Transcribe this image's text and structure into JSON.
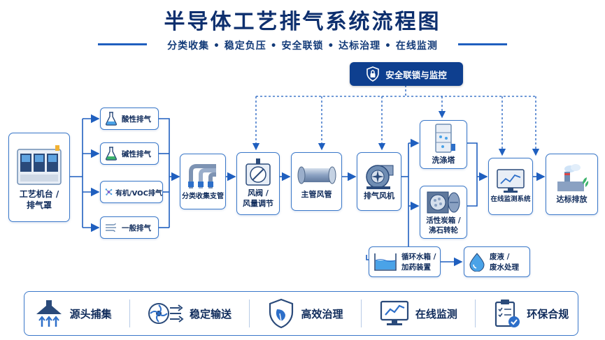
{
  "title": "半导体工艺排气系统流程图",
  "subtitle": "分类收集 • 稳定负压 • 安全联锁 • 达标治理 • 在线监测",
  "safety_label": "安全联锁与监控",
  "source": {
    "label": "工艺机台 /\n排气罩"
  },
  "exhaust_types": [
    {
      "label": "酸性排气",
      "icon": "flask-icon"
    },
    {
      "label": "碱性排气",
      "icon": "flask-green-icon"
    },
    {
      "label": "有机/VOC排气",
      "icon": "molecule-icon"
    },
    {
      "label": "一般排气",
      "icon": "air-flow-icon"
    }
  ],
  "nodes": {
    "branch_pipe": "分类收集支管",
    "damper": "风阀 /\n风量调节",
    "main_duct": "主管风管",
    "fan": "排气风机",
    "scrubber": "洗涤塔",
    "carbon": "活性炭箱 /\n沸石转轮",
    "monitor": "在线监测系统",
    "discharge": "达标排放",
    "water_tank": "循环水箱 /\n加药装置",
    "waste_water": "废液 /\n废水处理"
  },
  "features": [
    {
      "label": "源头捕集",
      "icon": "hood-icon"
    },
    {
      "label": "稳定输送",
      "icon": "fan-transport-icon"
    },
    {
      "label": "高效治理",
      "icon": "shield-leaf-icon"
    },
    {
      "label": "在线监测",
      "icon": "monitor-chart-icon"
    },
    {
      "label": "环保合规",
      "icon": "checklist-icon"
    }
  ],
  "colors": {
    "primary": "#0e3f8f",
    "accent": "#3a78c9",
    "text": "#0f2b5b"
  }
}
